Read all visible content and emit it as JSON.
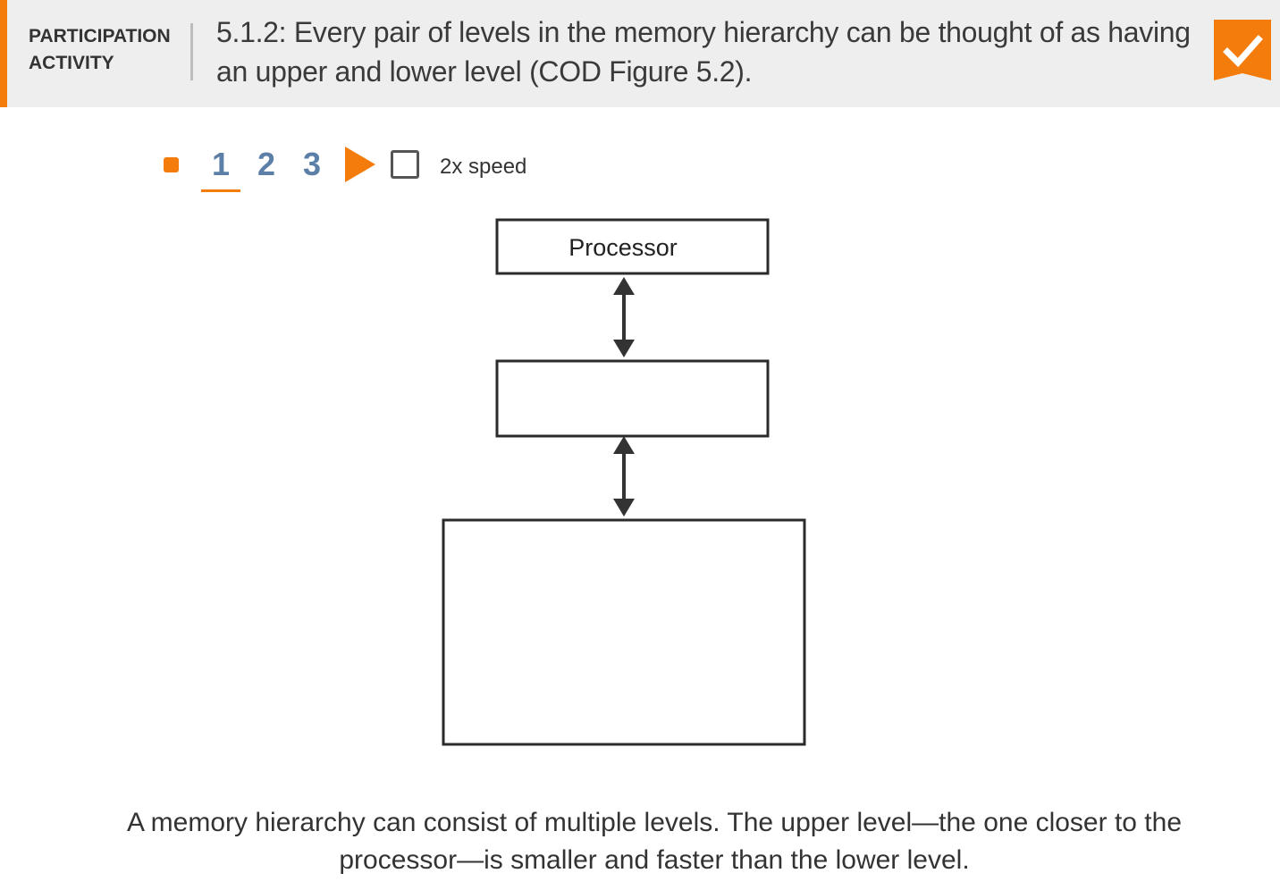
{
  "header": {
    "label_line1": "PARTICIPATION",
    "label_line2": "ACTIVITY",
    "title": "5.1.2: Every pair of levels in the memory hierarchy can be thought of as having an upper and lower level (COD Figure 5.2).",
    "badge_icon": "checkmark-icon",
    "accent_color": "#f47c0c"
  },
  "controls": {
    "steps": [
      "1",
      "2",
      "3"
    ],
    "active_step": "1",
    "speed_label": "2x speed",
    "speed_checked": false
  },
  "diagram": {
    "processor_label": "Processor"
  },
  "caption": "A memory hierarchy can consist of multiple levels. The upper level—the one closer to the processor—is smaller and faster than the lower level."
}
